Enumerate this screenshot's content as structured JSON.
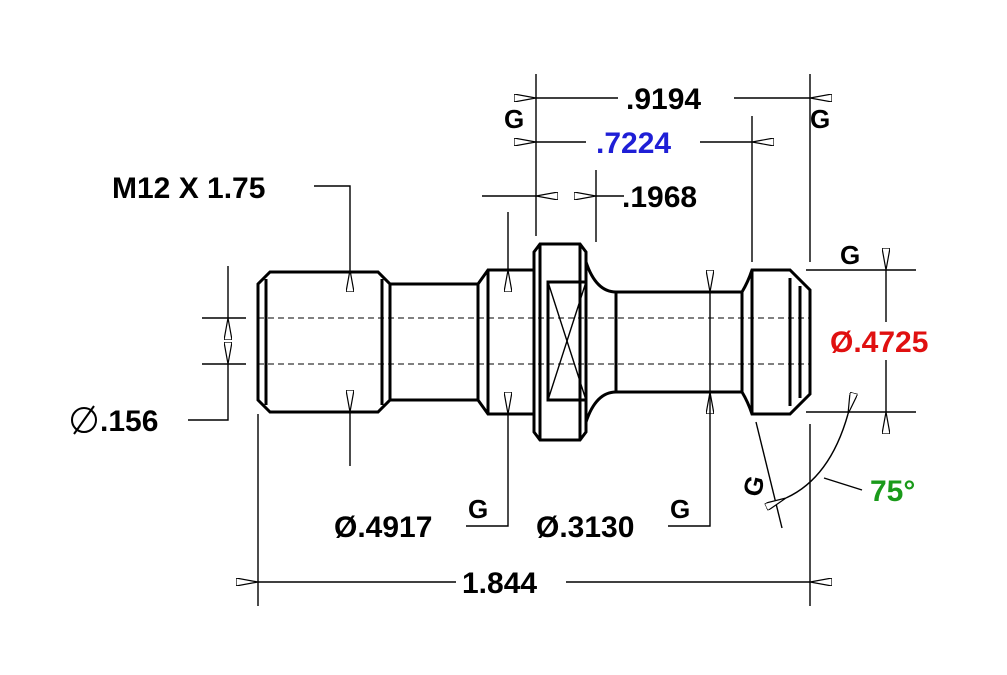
{
  "labels": {
    "thread": "M12 X 1.75",
    "bore_dia": ".156",
    "length_0919": ".9194",
    "length_0722": ".7224",
    "length_0197": ".1968",
    "dia_4725": "Ø.4725",
    "dia_4917": "Ø.4917",
    "dia_3130": "Ø.3130",
    "overall_length": "1.844",
    "angle": "75°",
    "g": "G"
  },
  "colors": {
    "blue_dim": "#1f1fd6",
    "red_dim": "#e01010",
    "green_dim": "#1a9a1a",
    "line": "#000000"
  },
  "icons": {
    "diameter_symbol": "circle-slash-icon"
  }
}
